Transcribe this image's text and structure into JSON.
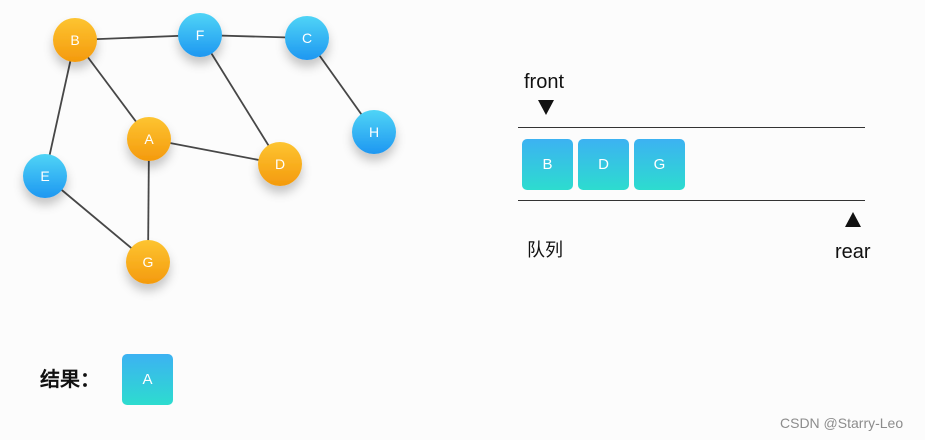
{
  "graph": {
    "nodes": [
      {
        "label": "B",
        "fill": [
          "#fdc431",
          "#f49a0d"
        ]
      },
      {
        "label": "F",
        "fill": [
          "#4fd4f6",
          "#1e97f1"
        ]
      },
      {
        "label": "C",
        "fill": [
          "#4fd4f6",
          "#1e97f1"
        ]
      },
      {
        "label": "A",
        "fill": [
          "#fdc431",
          "#f49a0d"
        ]
      },
      {
        "label": "D",
        "fill": [
          "#fdc431",
          "#f49a0d"
        ]
      },
      {
        "label": "H",
        "fill": [
          "#4fd4f6",
          "#1e97f1"
        ]
      },
      {
        "label": "E",
        "fill": [
          "#4fd4f6",
          "#1e97f1"
        ]
      },
      {
        "label": "G",
        "fill": [
          "#fdc431",
          "#f49a0d"
        ]
      }
    ],
    "edges": [
      [
        "B",
        "F"
      ],
      [
        "F",
        "C"
      ],
      [
        "C",
        "H"
      ],
      [
        "B",
        "A"
      ],
      [
        "B",
        "E"
      ],
      [
        "F",
        "D"
      ],
      [
        "A",
        "D"
      ],
      [
        "A",
        "G"
      ],
      [
        "E",
        "G"
      ]
    ]
  },
  "queue": {
    "front_label": "front",
    "rear_label": "rear",
    "caption": "队列",
    "items": [
      "B",
      "D",
      "G"
    ]
  },
  "result": {
    "label": "结果：",
    "items": [
      "A"
    ]
  },
  "watermark": "CSDN @Starry-Leo",
  "icons": {
    "front_pointer": "down-triangle-icon",
    "rear_pointer": "up-triangle-icon"
  },
  "colors": {
    "background": "#fcfcfc",
    "edge": "#474747",
    "node_text": "#ffffff",
    "box_fill": [
      "#3cb2f2",
      "#2ddccf"
    ],
    "box_text": "#ffffff",
    "rule": "#333333",
    "text": "#111111",
    "watermark": "#8c8c8c"
  }
}
